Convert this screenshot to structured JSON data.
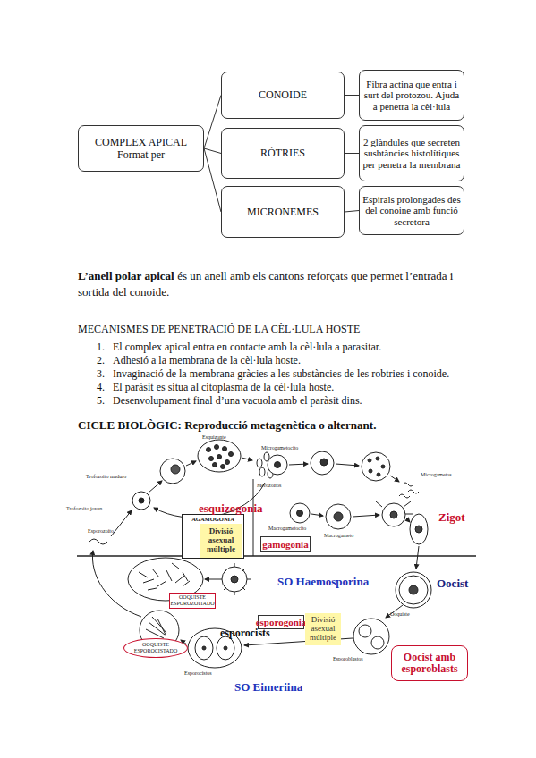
{
  "diagram": {
    "nodes": [
      {
        "text": [
          "COMPLEX APICAL Format per"
        ]
      },
      {
        "text": [
          "CONOIDE"
        ]
      },
      {
        "text": [
          "RÒTRIES"
        ]
      },
      {
        "text": [
          "MICRONEMES"
        ]
      },
      {
        "text": [
          "Fibra actina que entra i surt del protozou. Ajuda a penetra la cèl·lula"
        ]
      },
      {
        "text": [
          "2 glàndules que secreten susbtàncies histolítiques per penetra la membrana"
        ]
      },
      {
        "text": [
          "Espirals prolongades des del conoine amb funció secretora"
        ]
      },
      {
        "text": [
          "AGAMOGONIA"
        ]
      },
      {
        "text": [
          "Divisió asexual múltiple"
        ],
        "in": 7
      },
      {
        "text": [
          "gamogonia"
        ]
      },
      {
        "text": [
          "esporogonia"
        ]
      },
      {
        "text": [
          "Divisió asexual múltiple"
        ]
      },
      {
        "text": [
          "Oocist amb esporoblasts"
        ]
      },
      {
        "text": [
          "OOQUISTE ESPOROZOITADO"
        ]
      },
      {
        "text": [
          "OOQUISTE ESPOROCISTADO"
        ]
      }
    ],
    "edges": [
      {
        "from": 0,
        "to": 1,
        "arrow": "none"
      },
      {
        "from": 0,
        "to": 2,
        "arrow": "none"
      },
      {
        "from": 0,
        "to": 3,
        "arrow": "none"
      },
      {
        "from": 1,
        "to": 4,
        "arrow": "none"
      },
      {
        "from": 2,
        "to": 5,
        "arrow": "none"
      },
      {
        "from": 3,
        "to": 6,
        "arrow": "none"
      }
    ],
    "labels": [
      "L’anell polar apical",
      "és un anell amb els cantons reforçats que permet l’entrada i sortida del conoide.",
      "MECANISMES DE PENETRACIÓ DE LA CÈL·LULA HOSTE",
      "1.",
      "El complex apical entra en contacte amb la cèl·lula a parasitar.",
      "2.",
      "Adhesió a la membrana de la cèl·lula hoste.",
      "3.",
      "Invaginació de la membrana gràcies a les substàncies de les robtries i conoide.",
      "4.",
      "El paràsit es situa al citoplasma de la cèl·lula hoste.",
      "5.",
      "Desenvolupament final d’una vacuola amb el paràsit dins.",
      "CICLE BIOLÒGIC: Reproducció metagenètica o alternant.",
      "esquizogonia",
      "Zigot",
      "Oocist",
      "SO Haemosporina",
      "esporocists",
      "SO Eimeriina",
      "Trofozoito maduro",
      "Trofozoito joven",
      "Esporozoito",
      "Esquizonte",
      "Merozoitos",
      "Microgametocito",
      "Macrogametocito",
      "Microgametos",
      "Macrogameto",
      "Ooquiste",
      "Esporoblastos",
      "Esporocistos"
    ]
  }
}
